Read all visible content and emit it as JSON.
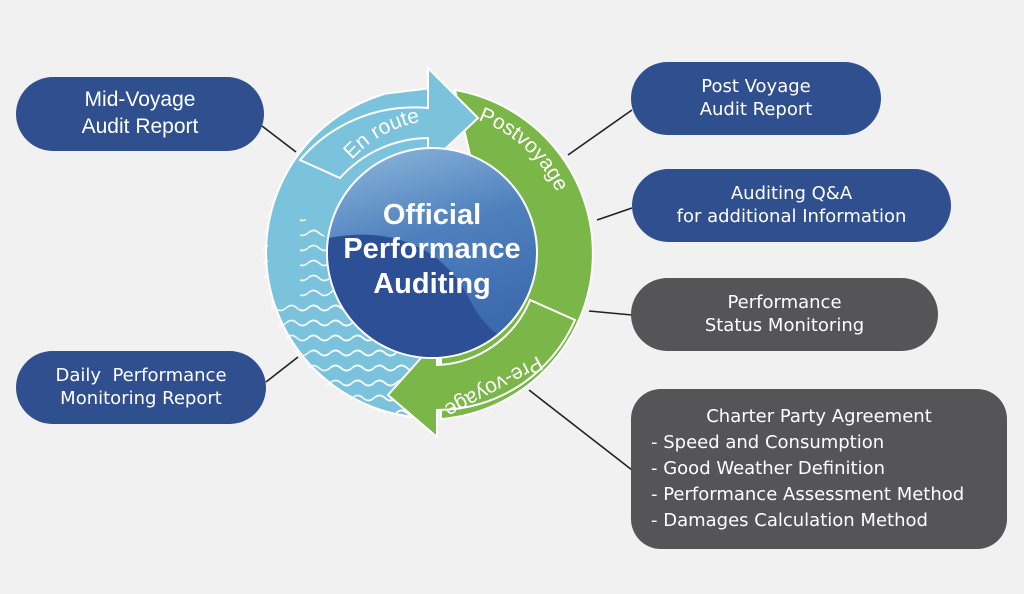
{
  "diagram": {
    "center_title": [
      "Official",
      "Performance",
      "Auditing"
    ],
    "ring_labels": {
      "en_route": "En route",
      "postvoyage": "Postvoyage",
      "pre_voyage": "Pre-voyage"
    },
    "colors": {
      "background": "#f1f1f1",
      "ring_light_blue": "#7bc3dc",
      "ring_green": "#7ab648",
      "center_dark_blue": "#2d4f96",
      "center_light_blue": "#6f9fcf",
      "box_blue": "#2f4f8f",
      "box_gray": "#555557",
      "connector": "#222222"
    },
    "boxes": {
      "mid_voyage": {
        "lines": [
          "Mid-Voyage",
          "Audit Report"
        ]
      },
      "daily": {
        "lines": [
          "Daily  Performance",
          "Monitoring Report"
        ]
      },
      "post_voyage": {
        "lines": [
          "Post Voyage",
          "Audit Report"
        ]
      },
      "qa": {
        "lines": [
          "Auditing Q&A",
          "for additional Information"
        ]
      },
      "status": {
        "lines": [
          "Performance",
          "Status Monitoring"
        ]
      },
      "charter": {
        "title": "Charter Party Agreement",
        "items": [
          "- Speed and Consumption",
          "- Good Weather Definition",
          "- Performance Assessment Method",
          "- Damages Calculation Method"
        ]
      }
    }
  }
}
